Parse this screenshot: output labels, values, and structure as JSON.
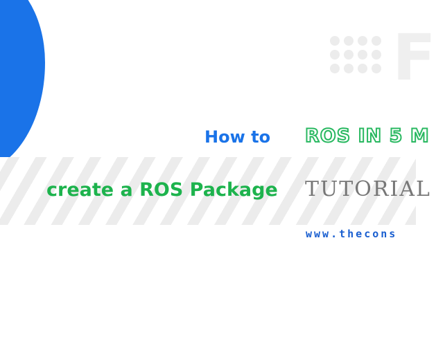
{
  "banner": {
    "how_to": "How to",
    "series_label": "ROS IN 5 M",
    "topic": "create a ROS Package",
    "type_label": "TUTORIAL",
    "website": "www.thecons"
  },
  "colors": {
    "brand_blue": "#1a73e8",
    "brand_green": "#1db34d",
    "stripe_gray": "#ececec",
    "tutorial_gray": "#777777"
  }
}
